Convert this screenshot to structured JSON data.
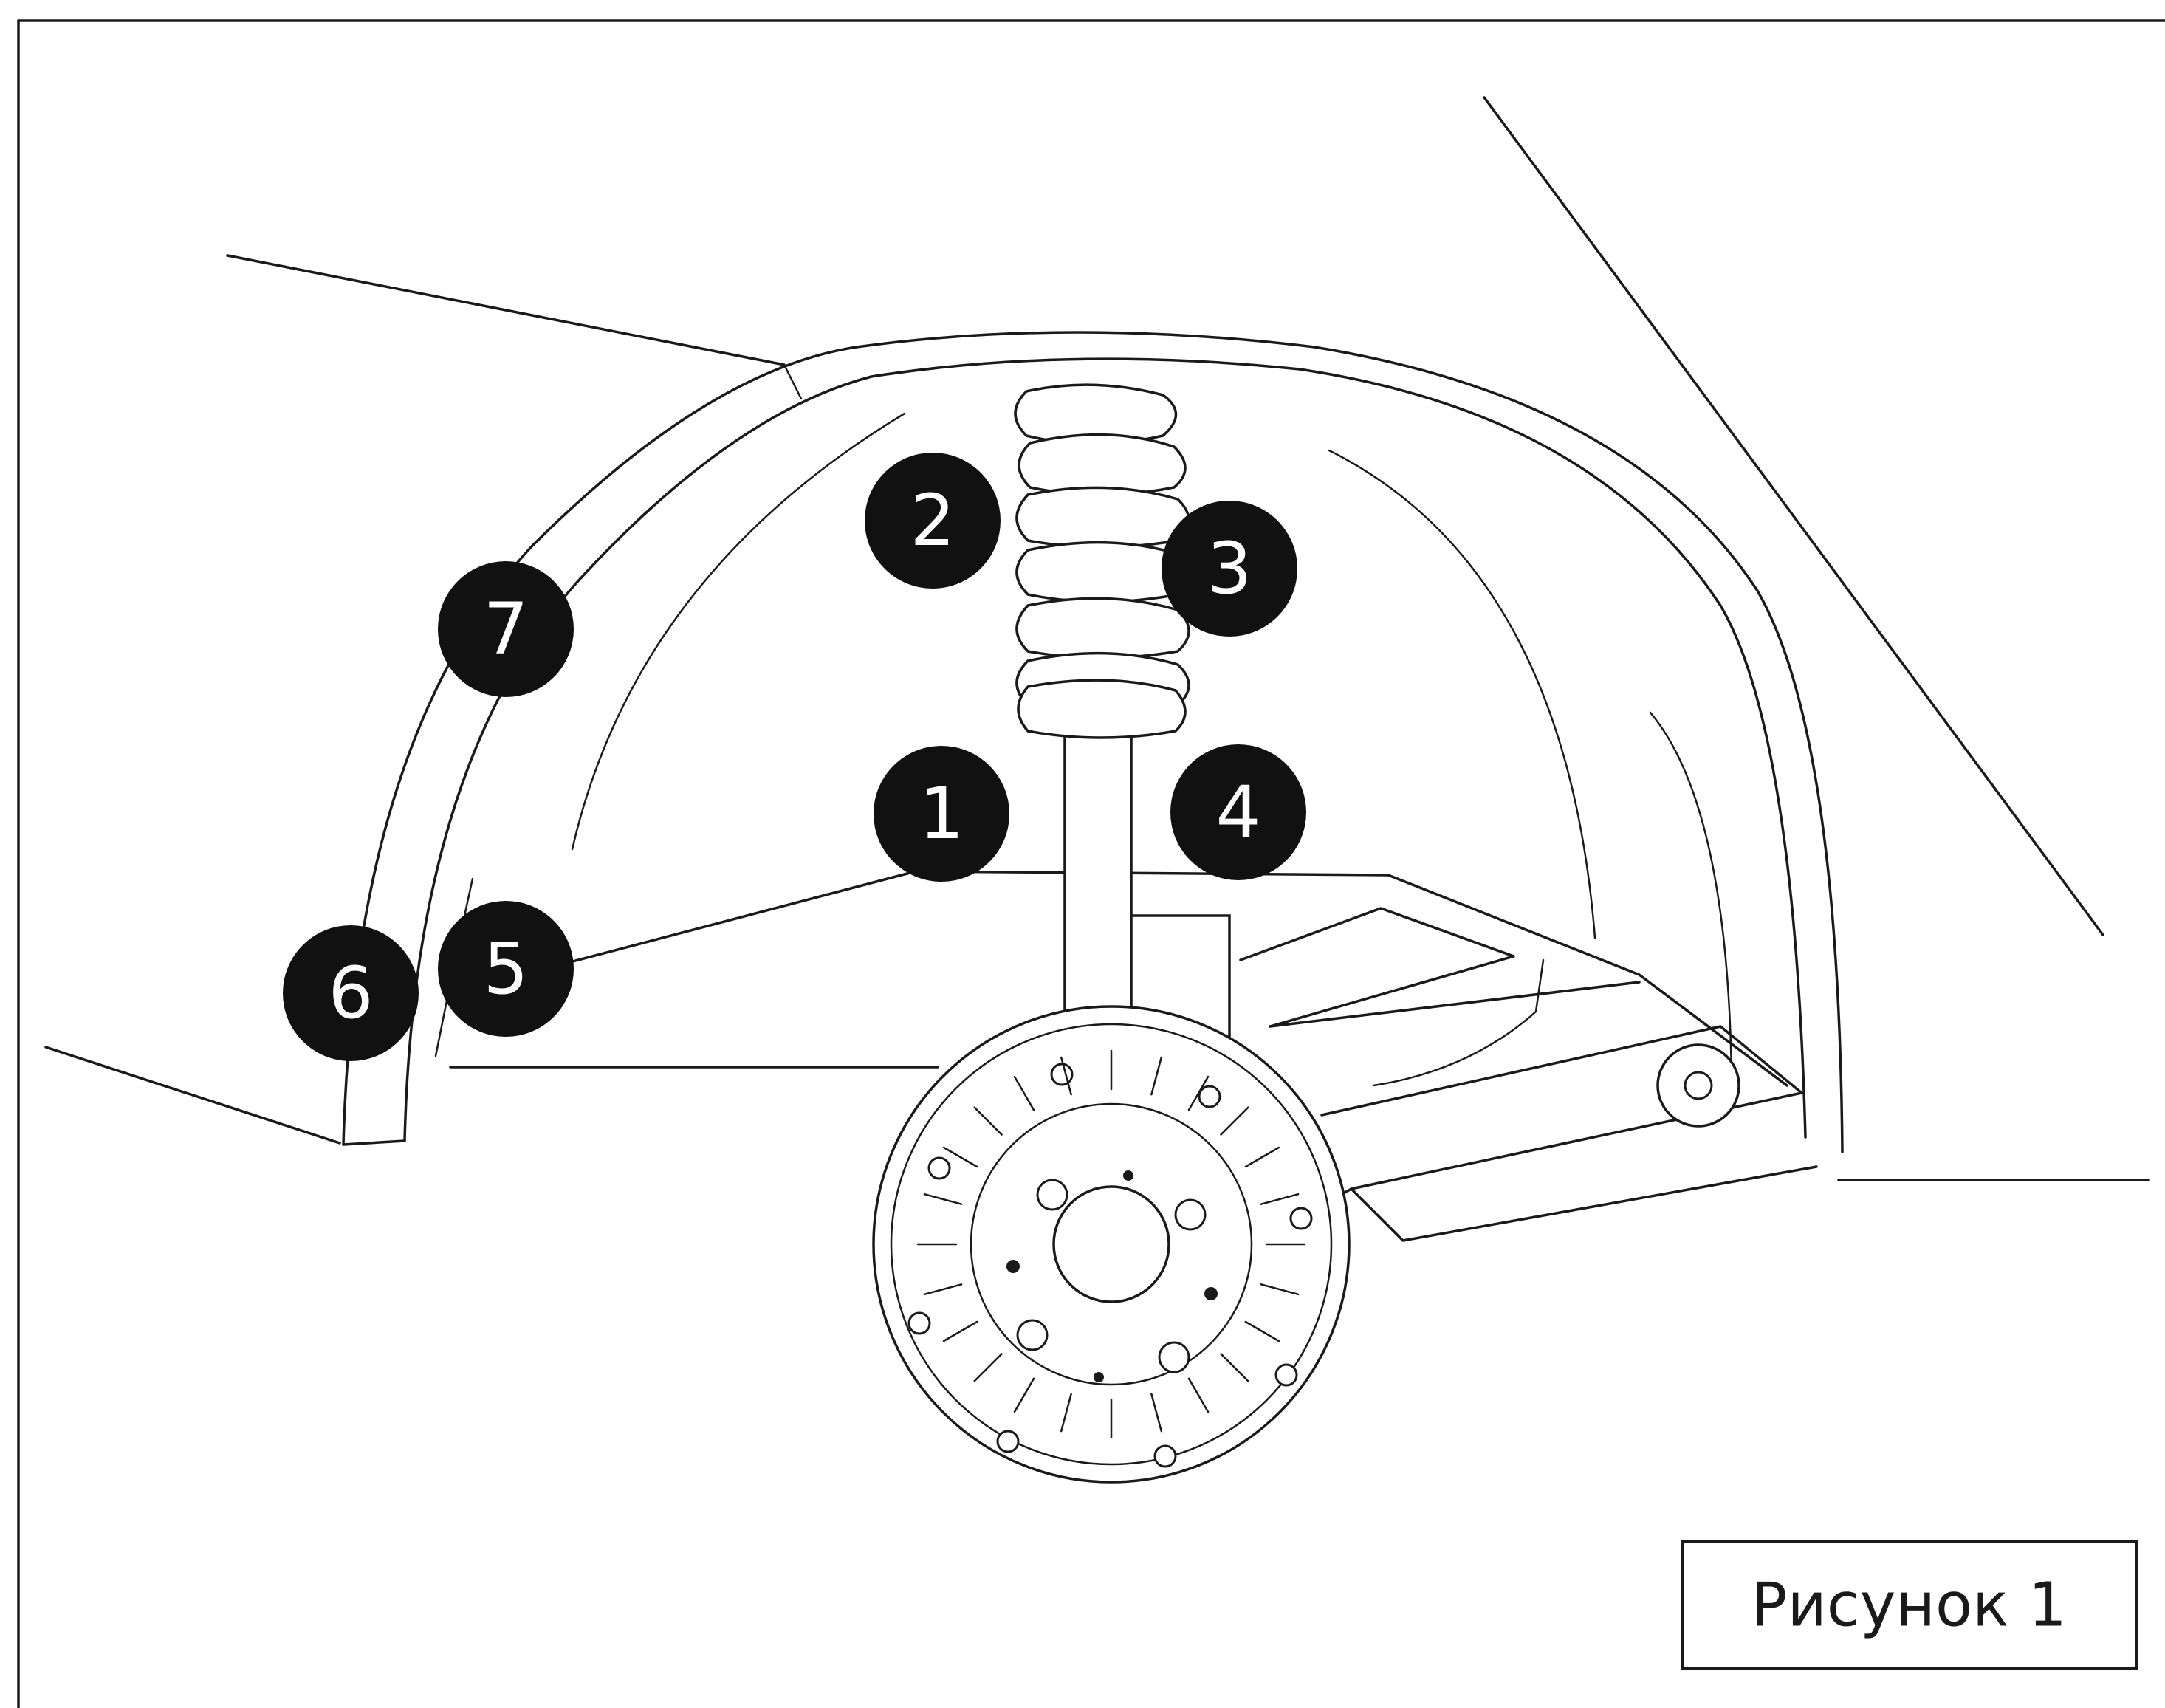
{
  "caption": "Рисунок 1",
  "markers": [
    {
      "id": "1",
      "label": "1"
    },
    {
      "id": "2",
      "label": "2"
    },
    {
      "id": "3",
      "label": "3"
    },
    {
      "id": "4",
      "label": "4"
    },
    {
      "id": "5",
      "label": "5"
    },
    {
      "id": "6",
      "label": "6"
    },
    {
      "id": "7",
      "label": "7"
    }
  ],
  "colors": {
    "line": "#1a1a1a",
    "marker": "#111111",
    "background": "#ffffff"
  }
}
